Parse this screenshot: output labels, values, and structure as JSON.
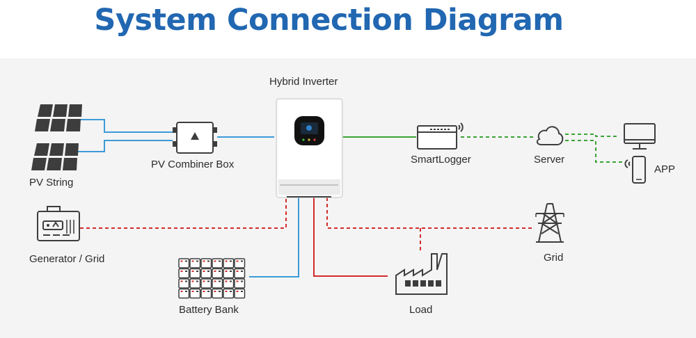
{
  "title": "System Connection Diagram",
  "labels": {
    "hybrid_inverter": "Hybrid Inverter",
    "pv_string": "PV String",
    "pv_combiner_box": "PV Combiner Box",
    "smartlogger": "SmartLogger",
    "server": "Server",
    "app": "APP",
    "generator_grid": "Generator / Grid",
    "grid": "Grid",
    "battery_bank": "Battery Bank",
    "load": "Load"
  },
  "colors": {
    "title": "#2167b1",
    "dc_line": "#3b9ad8",
    "comm_line": "#3aa335",
    "ac_line": "#d42a2a"
  },
  "icons": [
    "solar-panel-icon",
    "combiner-box-icon",
    "inverter-icon",
    "smartlogger-icon",
    "cloud-icon",
    "monitor-icon",
    "phone-icon",
    "generator-icon",
    "transmission-tower-icon",
    "battery-bank-icon",
    "factory-icon"
  ]
}
